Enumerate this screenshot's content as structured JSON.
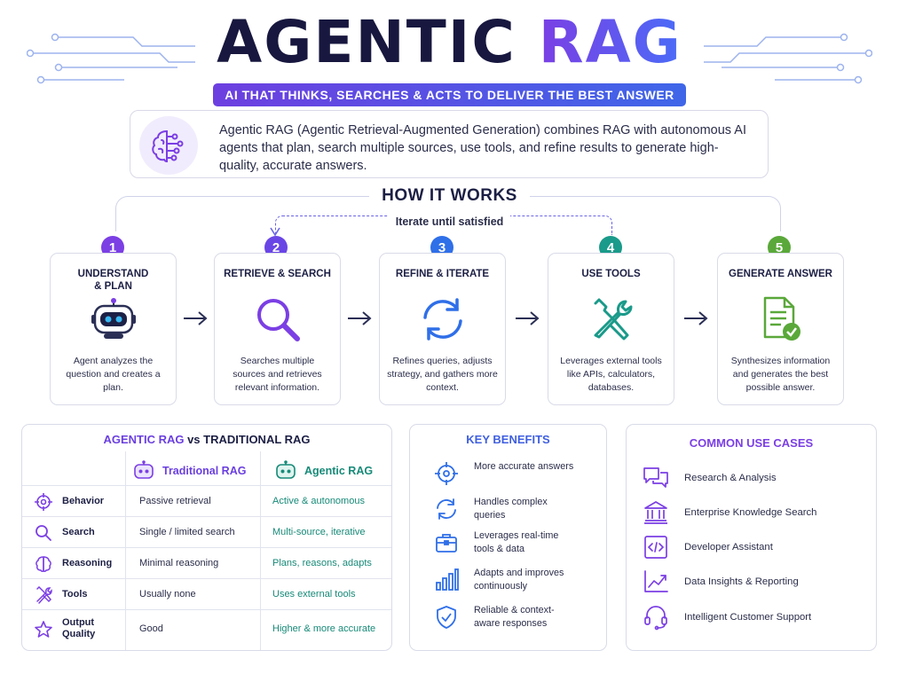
{
  "header": {
    "title_part1": "AGENTIC",
    "title_part2": "RAG",
    "subtitle": "AI THAT THINKS, SEARCHES & ACTS TO DELIVER THE BEST ANSWER"
  },
  "intro": {
    "text": "Agentic RAG (Agentic Retrieval-Augmented Generation) combines RAG with autonomous AI agents that plan, search multiple sources, use tools, and refine results to generate high-quality, accurate answers."
  },
  "how_it_works": {
    "title": "HOW IT WORKS",
    "loop_label": "Iterate until satisfied",
    "steps": [
      {
        "num": "1",
        "title": "UNDERSTAND & PLAN",
        "desc": "Agent analyzes the question and creates a plan.",
        "color": "#7b3fe4",
        "icon": "robot-icon"
      },
      {
        "num": "2",
        "title": "RETRIEVE & SEARCH",
        "desc": "Searches multiple sources and retrieves relevant information.",
        "color": "#6a45e6",
        "icon": "magnifier-icon"
      },
      {
        "num": "3",
        "title": "REFINE & ITERATE",
        "desc": "Refines queries, adjusts strategy, and gathers more context.",
        "color": "#2f6fe8",
        "icon": "refresh-icon"
      },
      {
        "num": "4",
        "title": "USE TOOLS",
        "desc": "Leverages external tools like APIs, calculators, databases.",
        "color": "#1a9a8a",
        "icon": "tools-icon"
      },
      {
        "num": "5",
        "title": "GENERATE ANSWER",
        "desc": "Synthesizes information and generates the best possible answer.",
        "color": "#5aa83a",
        "icon": "document-check-icon"
      }
    ]
  },
  "comparison": {
    "title_part1": "AGENTIC RAG",
    "title_vs": "vs",
    "title_part2": "TRADITIONAL RAG",
    "col_traditional": "Traditional RAG",
    "col_agentic": "Agentic RAG",
    "rows": [
      {
        "label": "Behavior",
        "traditional": "Passive retrieval",
        "agentic": "Active & autonomous",
        "icon": "target-icon"
      },
      {
        "label": "Search",
        "traditional": "Single / limited search",
        "agentic": "Multi-source, iterative",
        "icon": "search-icon"
      },
      {
        "label": "Reasoning",
        "traditional": "Minimal reasoning",
        "agentic": "Plans, reasons, adapts",
        "icon": "brain-icon"
      },
      {
        "label": "Tools",
        "traditional": "Usually none",
        "agentic": "Uses external tools",
        "icon": "tools-icon"
      },
      {
        "label": "Output Quality",
        "traditional": "Good",
        "agentic": "Higher & more accurate",
        "icon": "star-icon"
      }
    ]
  },
  "benefits": {
    "title": "KEY BENEFITS",
    "items": [
      {
        "text": "More accurate answers",
        "icon": "target-icon"
      },
      {
        "text": "Handles complex queries",
        "icon": "refresh-icon"
      },
      {
        "text": "Leverages real-time tools & data",
        "icon": "briefcase-icon"
      },
      {
        "text": "Adapts and improves continuously",
        "icon": "bar-chart-icon"
      },
      {
        "text": "Reliable & context-aware responses",
        "icon": "shield-check-icon"
      }
    ]
  },
  "use_cases": {
    "title": "COMMON USE CASES",
    "items": [
      {
        "text": "Research & Analysis",
        "icon": "chat-bubbles-icon"
      },
      {
        "text": "Enterprise Knowledge Search",
        "icon": "bank-icon"
      },
      {
        "text": "Developer Assistant",
        "icon": "code-icon"
      },
      {
        "text": "Data Insights & Reporting",
        "icon": "line-chart-icon"
      },
      {
        "text": "Intelligent Customer Support",
        "icon": "headset-icon"
      }
    ]
  }
}
